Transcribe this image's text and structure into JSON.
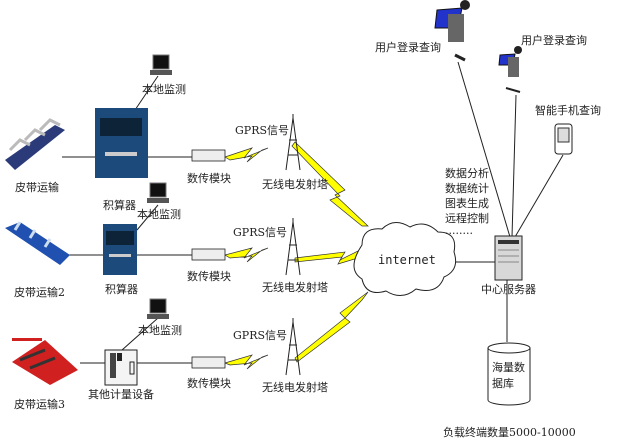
{
  "rows": [
    {
      "conveyor": "皮带运输",
      "device": "积算器",
      "monitor": "本地监测",
      "module": "数传模块",
      "signal": "GPRS信号",
      "tower": "无线电发射塔"
    },
    {
      "conveyor": "皮带运输2",
      "device": "积算器",
      "monitor": "本地监测",
      "module": "数传模块",
      "signal": "GPRS信号",
      "tower": "无线电发射塔"
    },
    {
      "conveyor": "皮带运输3",
      "device": "其他计量设备",
      "monitor": "本地监测",
      "module": "数传模块",
      "signal": "GPRS信号",
      "tower": "无线电发射塔"
    }
  ],
  "cloud": "internet",
  "server": {
    "label": "中心服务器",
    "functions": [
      "数据分析",
      "数据统计",
      "图表生成",
      "远程控制",
      "········"
    ]
  },
  "users": [
    "用户登录查询",
    "用户登录查询"
  ],
  "phone": "智能手机查询",
  "database": [
    "海量数",
    "据库"
  ],
  "footer": "负载终端数量5000-10000",
  "colors": {
    "signal": "#ffff00",
    "integrator": "#1c4a7a",
    "conveyor1": "#2b3b7a",
    "conveyor2": "#2050b0",
    "conveyor3": "#d02020"
  }
}
